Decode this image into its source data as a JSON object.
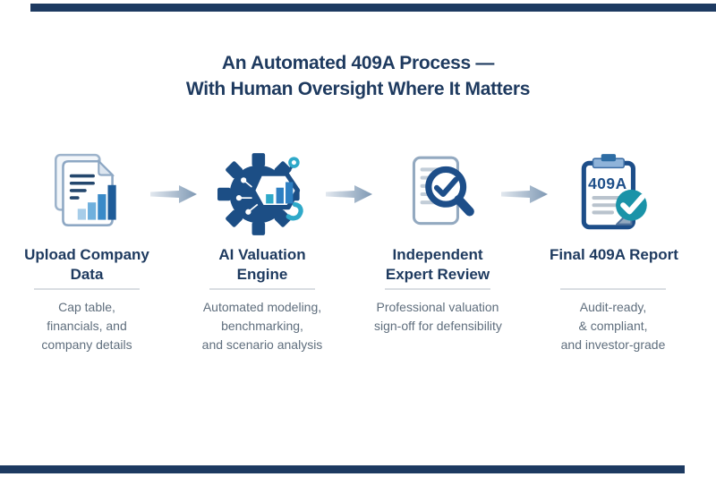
{
  "page": {
    "background_color": "#ffffff",
    "accent_bar_color": "#1d3a61"
  },
  "title": {
    "line1": "An Automated 409A Process —",
    "line2": "With Human Oversight Where It Matters",
    "color": "#1e3a5f"
  },
  "steps": [
    {
      "icon": "document-bar-chart-icon",
      "heading_line1": "Upload Company",
      "heading_line2": "Data",
      "desc_line1": "Cap table,",
      "desc_line2": "financials, and",
      "desc_line3": "company details"
    },
    {
      "icon": "ai-gear-circuit-icon",
      "heading_line1": "AI Valuation",
      "heading_line2": "Engine",
      "desc_line1": "Automated modeling,",
      "desc_line2": "benchmarking,",
      "desc_line3": "and scenario analysis"
    },
    {
      "icon": "document-magnifier-check-icon",
      "heading_line1": "Independent",
      "heading_line2": "Expert Review",
      "desc_line1": "Professional valuation",
      "desc_line2": "sign-off for defensibility",
      "desc_line3": ""
    },
    {
      "icon": "clipboard-409a-check-icon",
      "icon_text": "409A",
      "heading_line1": "Final 409A Report",
      "heading_line2": "",
      "desc_line1": "Audit-ready,",
      "desc_line2": "& compliant,",
      "desc_line3": "and investor-grade"
    }
  ],
  "arrows": {
    "icon": "arrow-right-icon",
    "direction": "right",
    "count": 3
  },
  "colors": {
    "title_heading": "#1e3a5f",
    "description_text": "#5f6e7d",
    "heading_divider": "#d9dde2",
    "icon_navy": "#1d4e89",
    "icon_blue": "#2e7fc2",
    "icon_light_blue": "#a7cde9",
    "icon_teal": "#2fa9c9",
    "check_circle_teal": "#1a93a8",
    "arrow_gradient_start": "#e2e8ef",
    "arrow_gradient_end": "#7f99b4"
  }
}
